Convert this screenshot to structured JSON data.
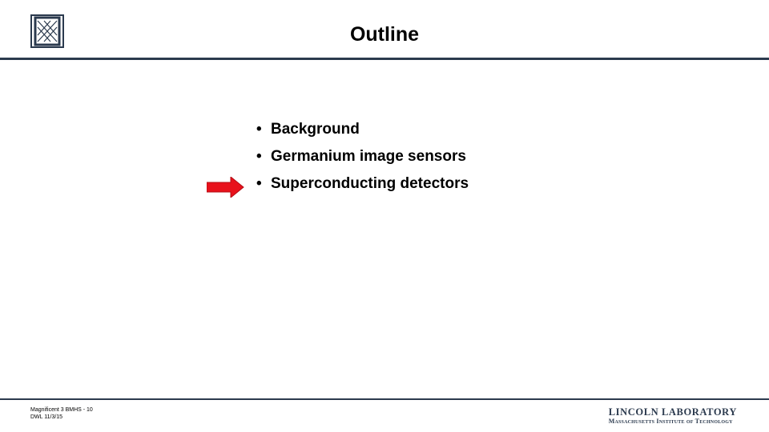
{
  "slide": {
    "title": "Outline",
    "bullets": [
      "Background",
      "Germanium image sensors",
      "Superconducting detectors"
    ],
    "bullet_glyph": "•",
    "current_item_marker": "right-arrow-icon",
    "accent_color": "#e8111b",
    "rule_color": "#2b3a4e"
  },
  "footer": {
    "line1": "Magnificent 3 BMHS - 10",
    "line2": "DWL 11/3/15",
    "lab_name": "LINCOLN LABORATORY",
    "institute": "Massachusetts Institute of Technology"
  }
}
